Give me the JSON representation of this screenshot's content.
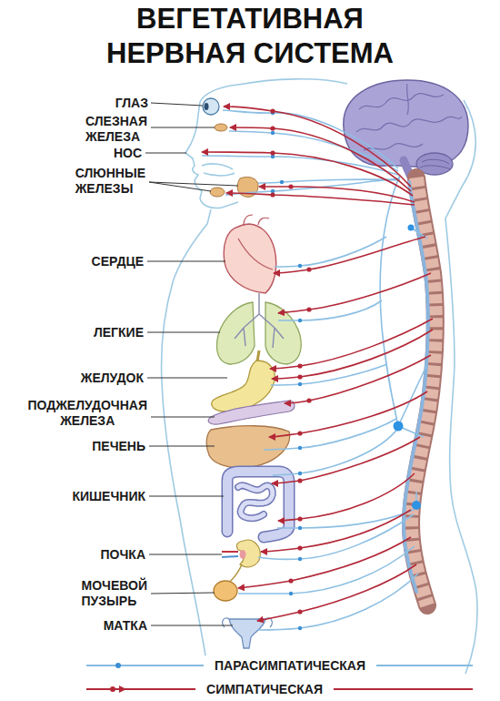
{
  "diagram": {
    "title": "ВЕГЕТАТИВНАЯ НЕРВНАЯ СИСТЕМА",
    "labels": [
      "ГЛАЗ",
      "СЛЕЗНАЯ ЖЕЛЕЗА",
      "НОС",
      "СЛЮННЫЕ ЖЕЛЕЗЫ",
      "СЕРДЦЕ",
      "ЛЕГКИЕ",
      "ЖЕЛУДОК",
      "ПОДЖЕЛУДОЧНАЯ ЖЕЛЕЗА",
      "ПЕЧЕНЬ",
      "КИШЕЧНИК",
      "ПОЧКА",
      "МОЧЕВОЙ ПУЗЫРЬ",
      "МАТКА"
    ],
    "legend": [
      {
        "text": "ПАРАСИМПАТИЧЕСКАЯ"
      },
      {
        "text": "СИМПАТИЧЕСКАЯ"
      }
    ]
  }
}
